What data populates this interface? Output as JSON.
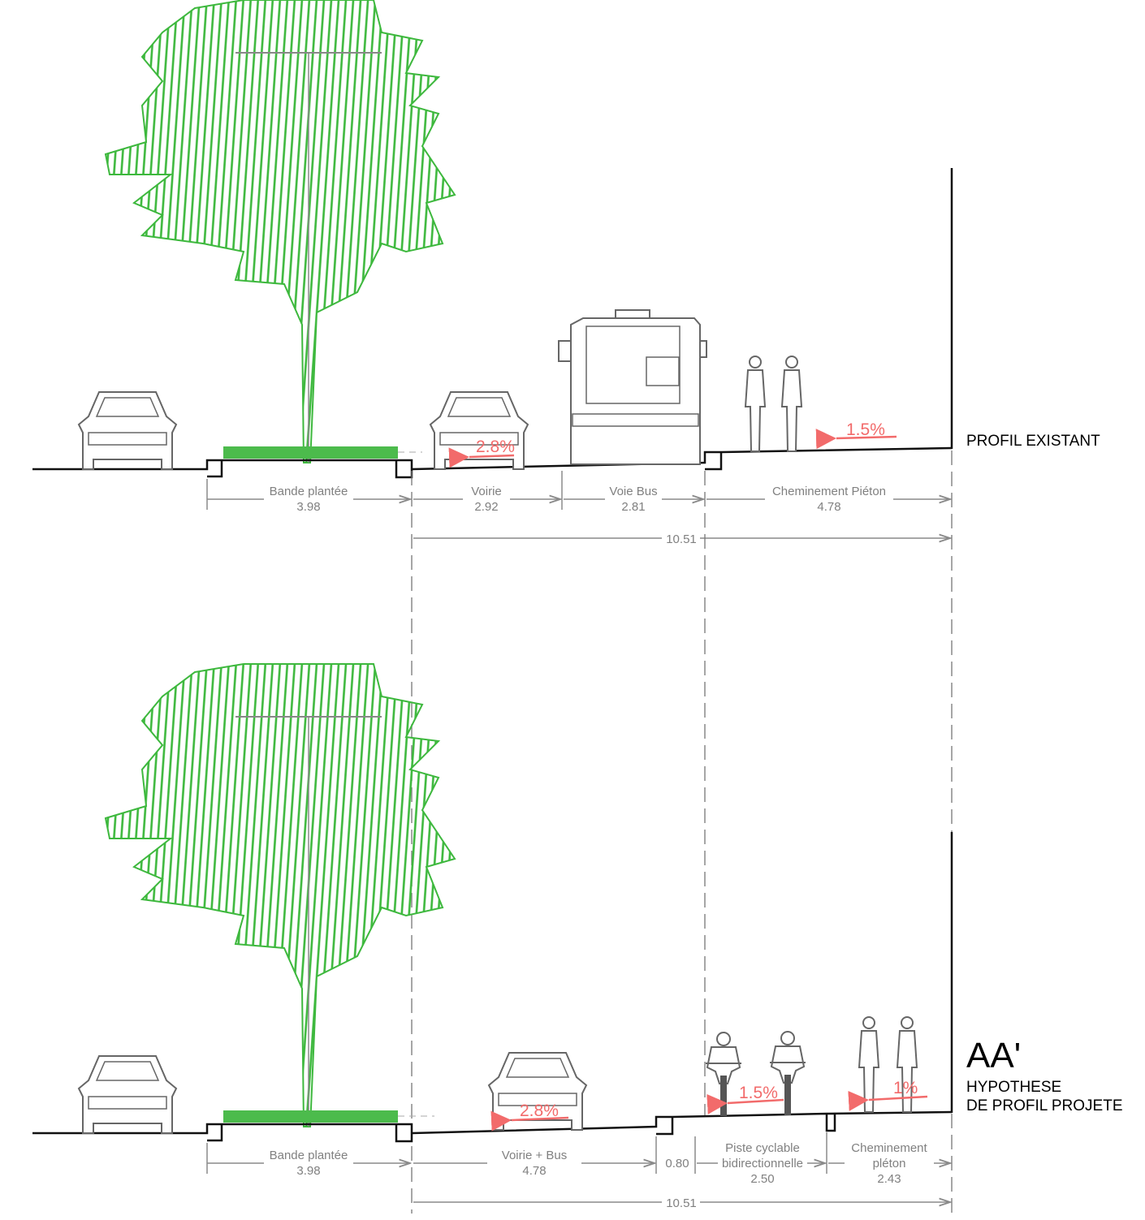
{
  "existing": {
    "title": "PROFIL EXISTANT",
    "slopes": {
      "road": "2.8%",
      "sidewalk": "1.5%"
    },
    "segments": [
      {
        "label": "Bande plantée",
        "value": "3.98"
      },
      {
        "label": "Voirie",
        "value": "2.92"
      },
      {
        "label": "Voie Bus",
        "value": "2.81"
      },
      {
        "label": "Cheminement Piéton",
        "value": "4.78"
      }
    ],
    "total": "10.51"
  },
  "projected": {
    "section": "AA'",
    "title_line1": "HYPOTHESE",
    "title_line2": "DE PROFIL PROJETE",
    "slopes": {
      "road": "2.8%",
      "bike": "1.5%",
      "sidewalk": "1%"
    },
    "segments": [
      {
        "label": "Bande plantée",
        "value": "3.98"
      },
      {
        "label": "Voirie + Bus",
        "value": "4.78"
      },
      {
        "label": "",
        "value": "0.80"
      },
      {
        "label_line1": "Piste cyclable",
        "label_line2": "bidirectionnelle",
        "value": "2.50"
      },
      {
        "label_line1": "Cheminement",
        "label_line2": "pléton",
        "value": "2.43"
      }
    ],
    "total": "10.51"
  },
  "colors": {
    "tree": "#3db83d",
    "slope": "#f26b6b",
    "dimension": "#808080"
  }
}
